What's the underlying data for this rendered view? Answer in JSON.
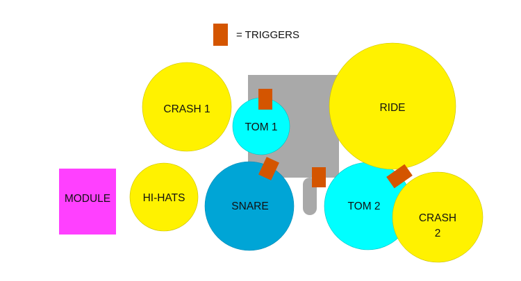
{
  "legend": {
    "label": "= TRIGGERS",
    "symbol": "trigger-square"
  },
  "colors": {
    "cymbal_yellow": "#FFF200",
    "tom_cyan": "#00FFFF",
    "snare_blue": "#00A5D6",
    "module_magenta": "#FF40FF",
    "trigger_orange": "#D45500",
    "rack_gray": "#A9A9A9"
  },
  "kit": {
    "module": "MODULE",
    "hihats": "HI-HATS",
    "crash1": "CRASH 1",
    "tom1": "TOM 1",
    "snare": "SNARE",
    "tom2": "TOM 2",
    "ride": "RIDE",
    "crash2_line1": "CRASH",
    "crash2_line2": "2"
  }
}
